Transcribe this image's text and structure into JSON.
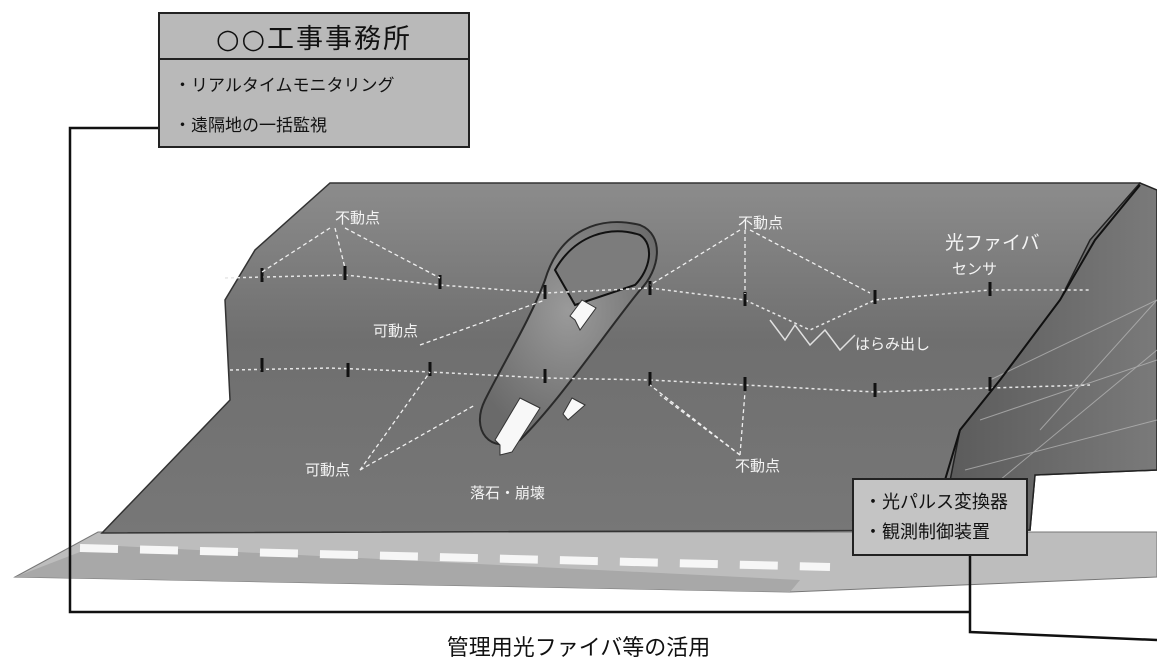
{
  "office": {
    "title": "○○工事事務所",
    "items": [
      "・リアルタイムモニタリング",
      "・遠隔地の一括監視"
    ]
  },
  "converter": {
    "items": [
      "・光パルス変換器",
      "・観測制御装置"
    ]
  },
  "slope_labels": {
    "fixed_point_1": "不動点",
    "fixed_point_2": "不動点",
    "fixed_point_3": "不動点",
    "movable_point_1": "可動点",
    "movable_point_2": "可動点",
    "sensor_line1": "光ファイバ",
    "sensor_line2": "センサ",
    "bulge": "はらみ出し",
    "collapse": "落石・崩壊"
  },
  "caption": "管理用光ファイバ等の活用",
  "colors": {
    "slope": "#6f6f6f",
    "slope_top": "#8a8a8a",
    "road": "#bdbdbd",
    "box_fill": "#b9b9b9",
    "sensor_line": "#e6e6e6"
  }
}
